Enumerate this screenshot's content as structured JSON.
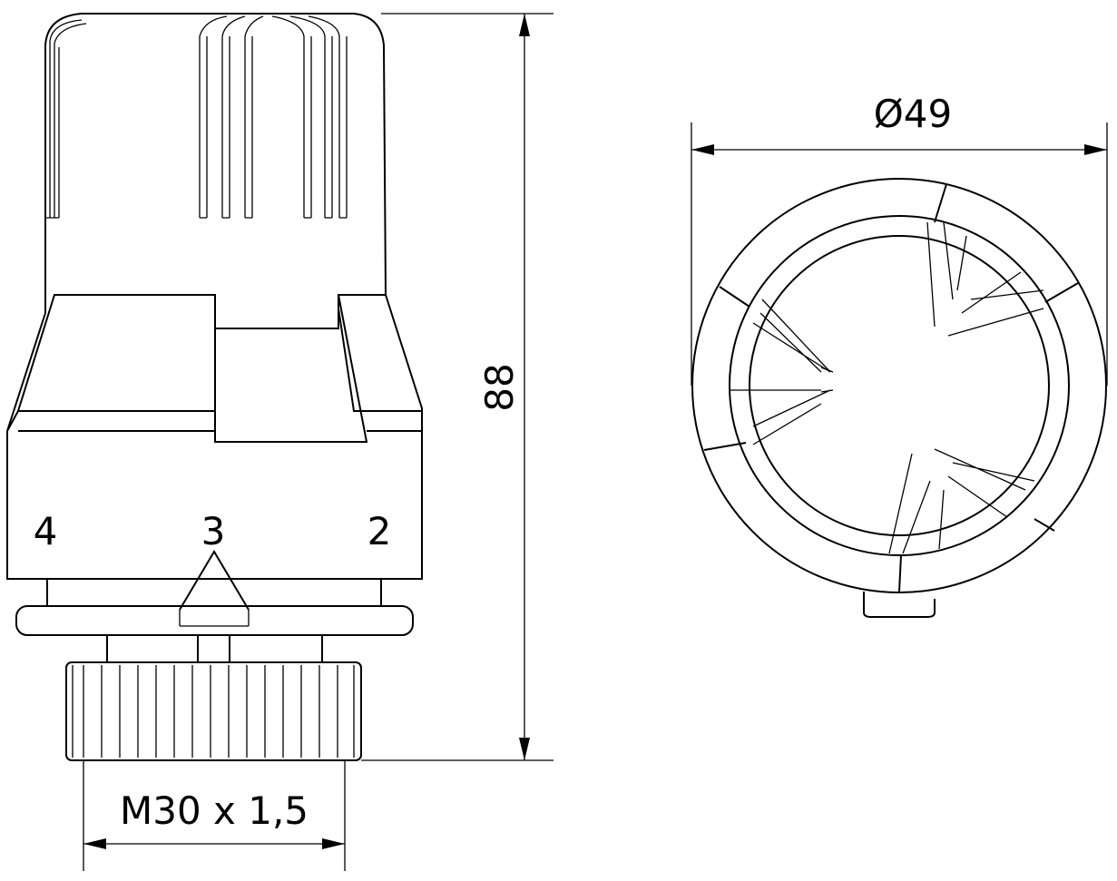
{
  "side_view": {
    "height_dimension": "88",
    "thread_dimension": "M30 x 1,5",
    "scale_marks": [
      "4",
      "3",
      "2"
    ]
  },
  "top_view": {
    "diameter_dimension": "Ø49"
  }
}
